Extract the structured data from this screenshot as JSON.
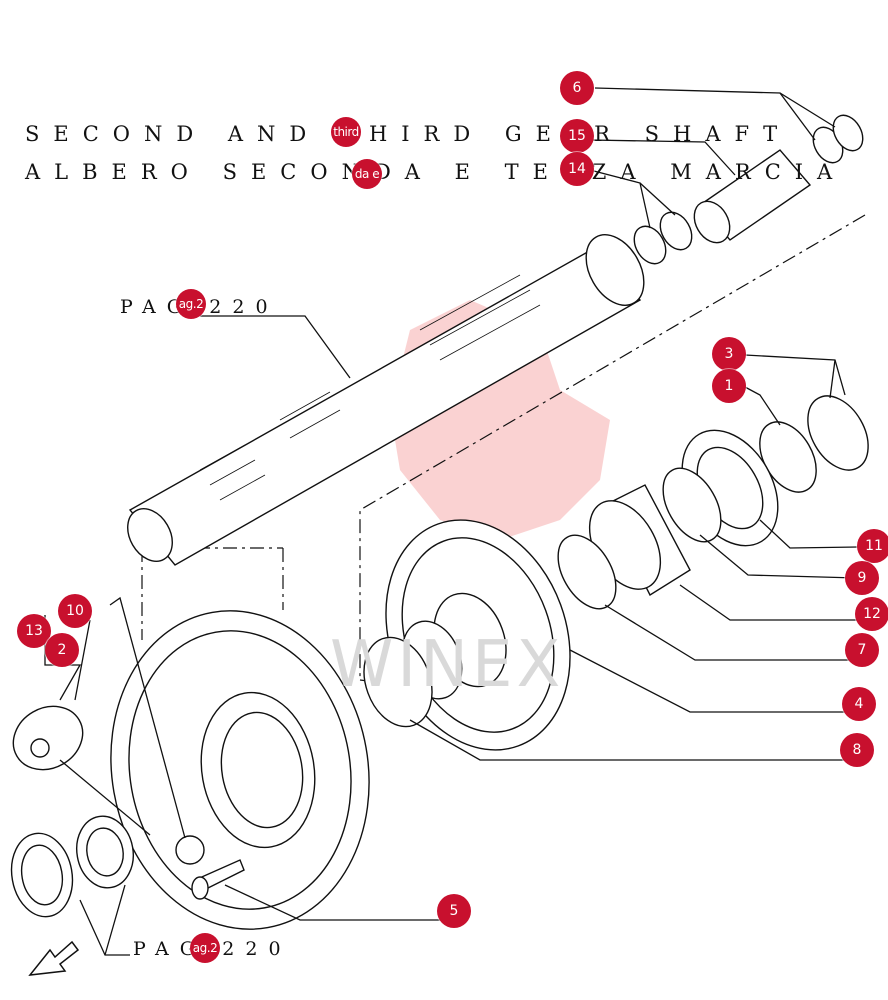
{
  "title": {
    "line1": "SECOND AND THIRD GEAR SHAFT",
    "line2": "ALBERO SECONDA E TERZA MARCIA"
  },
  "references": {
    "top": "PAG.220",
    "bottom": "PAG.220"
  },
  "overlay_tags": {
    "third": "third",
    "da_e": "da e",
    "pag_top": "ag.2",
    "pag_bottom": "ag.2"
  },
  "callouts": [
    "6",
    "15",
    "14",
    "3",
    "1",
    "11",
    "9",
    "12",
    "7",
    "4",
    "8",
    "5",
    "10",
    "13",
    "2"
  ],
  "watermark": "WINEX",
  "colors": {
    "marker": "#c8102e",
    "line": "#111111",
    "watermark": "#f4a3a3"
  }
}
